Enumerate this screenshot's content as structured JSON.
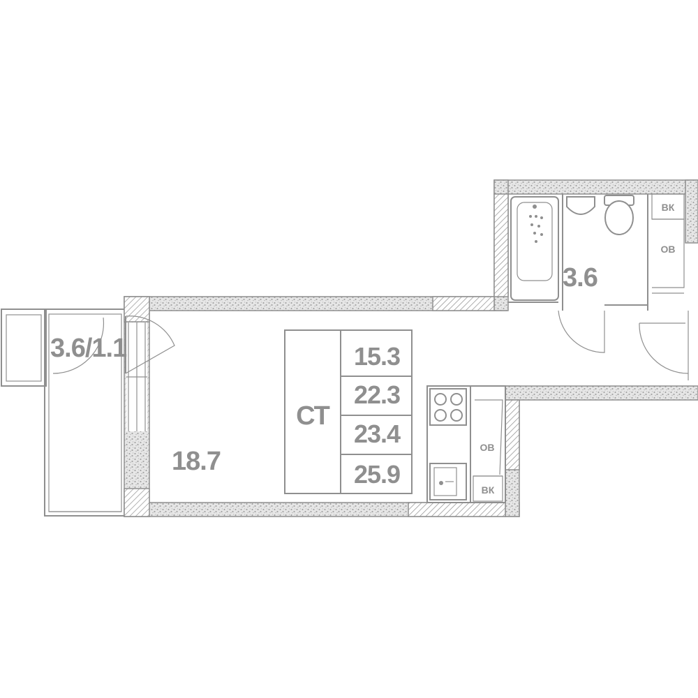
{
  "plan": {
    "apartment_type": "СТ",
    "total_areas": [
      "15.3",
      "22.3",
      "23.4",
      "25.9"
    ],
    "rooms": {
      "living_area": "18.7",
      "bathroom_area": "3.6",
      "balcony_area": "3.6/1.1"
    },
    "fixtures": {
      "bathroom_vk": "ВК",
      "bathroom_ov": "ОВ",
      "kitchen_ov": "ОВ",
      "kitchen_vk": "ВК"
    },
    "colors": {
      "line": "#8f8f8f",
      "background": "#ffffff"
    }
  }
}
